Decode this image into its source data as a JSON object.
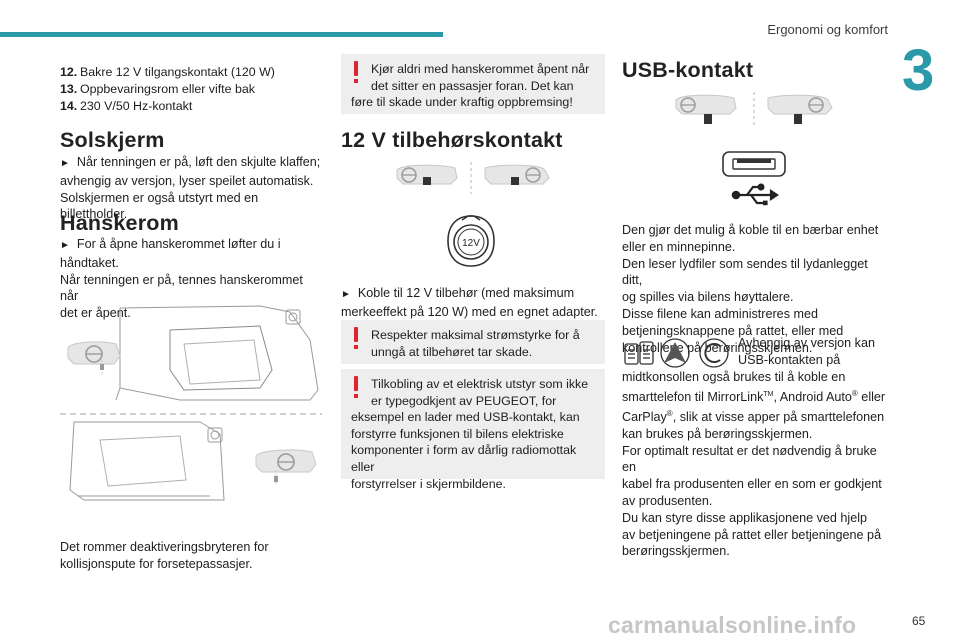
{
  "header": {
    "section_title": "Ergonomi og komfort",
    "chapter_number": "3"
  },
  "left_column": {
    "list": [
      {
        "num": "12.",
        "text": "Bakre 12 V tilgangskontakt (120 W)"
      },
      {
        "num": "13.",
        "text": "Oppbevaringsrom eller vifte bak"
      },
      {
        "num": "14.",
        "text": "230 V/50 Hz-kontakt"
      }
    ],
    "sun_visor": {
      "heading": "Solskjerm",
      "bullet": "►",
      "line1": "Når tenningen er på, løft den skjulte klaffen;",
      "line2": "avhengig av versjon, lyser speilet automatisk.",
      "line3": "Solskjermen er også utstyrt med en billettholder."
    },
    "glovebox": {
      "heading": "Hanskerom",
      "bullet": "►",
      "line1": "For å åpne hanskerommet løfter du i",
      "line2": "håndtaket.",
      "line3": "Når tenningen er på, tennes hanskerommet når",
      "line4": "det er åpent.",
      "caption_line1": "Det rommer deaktiveringsbryteren for",
      "caption_line2": "kollisjonspute for forsetepassasjer."
    }
  },
  "middle_column": {
    "warning1_line1": "Kjør aldri med hanskerommet åpent når",
    "warning1_line2": "det sitter en passasjer foran. Det kan",
    "warning1_line3": "føre til skade under kraftig oppbremsing!",
    "heading": "12 V tilbehørskontakt",
    "socket_label": "12V",
    "bullet": "►",
    "text_line1": "Koble til 12 V tilbehør (med maksimum",
    "text_line2": "merkeeffekt på 120 W) med en egnet adapter.",
    "warning2_line1": "Respekter maksimal strømstyrke for å",
    "warning2_line2": "unngå at tilbehøret tar skade.",
    "warning3_line1": "Tilkobling av et elektrisk utstyr som ikke",
    "warning3_line2": "er typegodkjent av PEUGEOT, for",
    "warning3_line3": "eksempel en lader med USB-kontakt, kan",
    "warning3_line4": "forstyrre funksjonen til bilens elektriske",
    "warning3_line5": "komponenter i form av dårlig radiomottak eller",
    "warning3_line6": "forstyrrelser i skjermbildene."
  },
  "right_column": {
    "heading": "USB-kontakt",
    "l1": "Den gjør det mulig å koble til en bærbar enhet",
    "l2": "eller en minnepinne.",
    "l3": "Den leser lydfiler som sendes til lydanlegget ditt,",
    "l4": "og spilles via bilens høyttalere.",
    "l5": "Disse filene kan administreres med",
    "l6": "betjeningsknappene på rattet, eller med",
    "l7": "kontrollene på berøringsskjermen.",
    "l8": "Avhengig av versjon kan",
    "l9": "USB-kontakten på",
    "l10": "midtkonsollen også brukes til å koble en",
    "l11a": "smarttelefon til MirrorLink",
    "tm": "TM",
    "l11b": ", Android Auto",
    "reg": "®",
    "l11c": " eller",
    "l12a": "CarPlay",
    "l12b": ", slik at visse apper på smarttelefonen",
    "l13": "kan brukes på berøringsskjermen.",
    "l14": "For optimalt resultat er det nødvendig å bruke en",
    "l15": "kabel fra produsenten eller en som er godkjent",
    "l16": "av produsenten.",
    "l17": "Du kan styre disse applikasjonene ved hjelp",
    "l18": "av betjeningene på rattet eller betjeningene på",
    "l19": "berøringsskjermen.",
    "icons": [
      "mirrorlink-icon",
      "android-auto-icon",
      "carplay-icon"
    ]
  },
  "footer": {
    "page_number": "65",
    "watermark": "carmanualsonline.info"
  },
  "colors": {
    "accent": "#2a9aa8",
    "warning": "#e1222f",
    "box": "#eeeeee"
  }
}
